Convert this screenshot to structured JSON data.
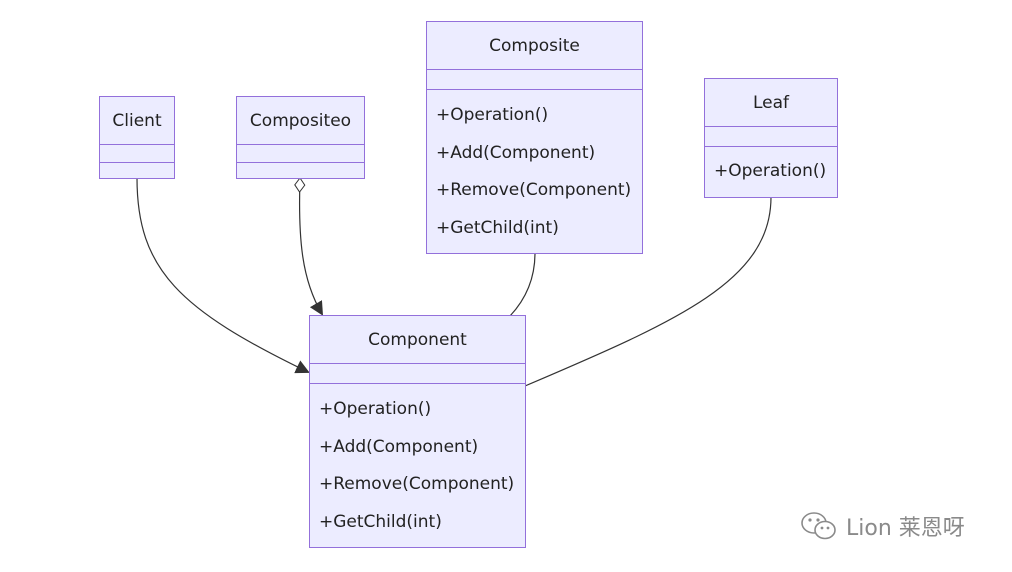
{
  "classes": {
    "client": {
      "name": "Client"
    },
    "compositeo": {
      "name": "Compositeo"
    },
    "composite": {
      "name": "Composite",
      "methods": [
        "+Operation()",
        "+Add(Component)",
        "+Remove(Component)",
        "+GetChild(int)"
      ]
    },
    "leaf": {
      "name": "Leaf",
      "methods": [
        "+Operation()"
      ]
    },
    "component": {
      "name": "Component",
      "methods": [
        "+Operation()",
        "+Add(Component)",
        "+Remove(Component)",
        "+GetChild(int)"
      ]
    }
  },
  "relations": [
    {
      "from": "Client",
      "to": "Component",
      "type": "association"
    },
    {
      "from": "Compositeo",
      "to": "Component",
      "type": "aggregation"
    },
    {
      "from": "Composite",
      "to": "Component",
      "type": "link"
    },
    {
      "from": "Leaf",
      "to": "Component",
      "type": "link"
    }
  ],
  "watermark": {
    "text": "Lion 莱恩呀",
    "icon": "wechat-icon"
  },
  "colors": {
    "box_fill": "#ececff",
    "box_border": "#9370db",
    "line": "#333333"
  }
}
